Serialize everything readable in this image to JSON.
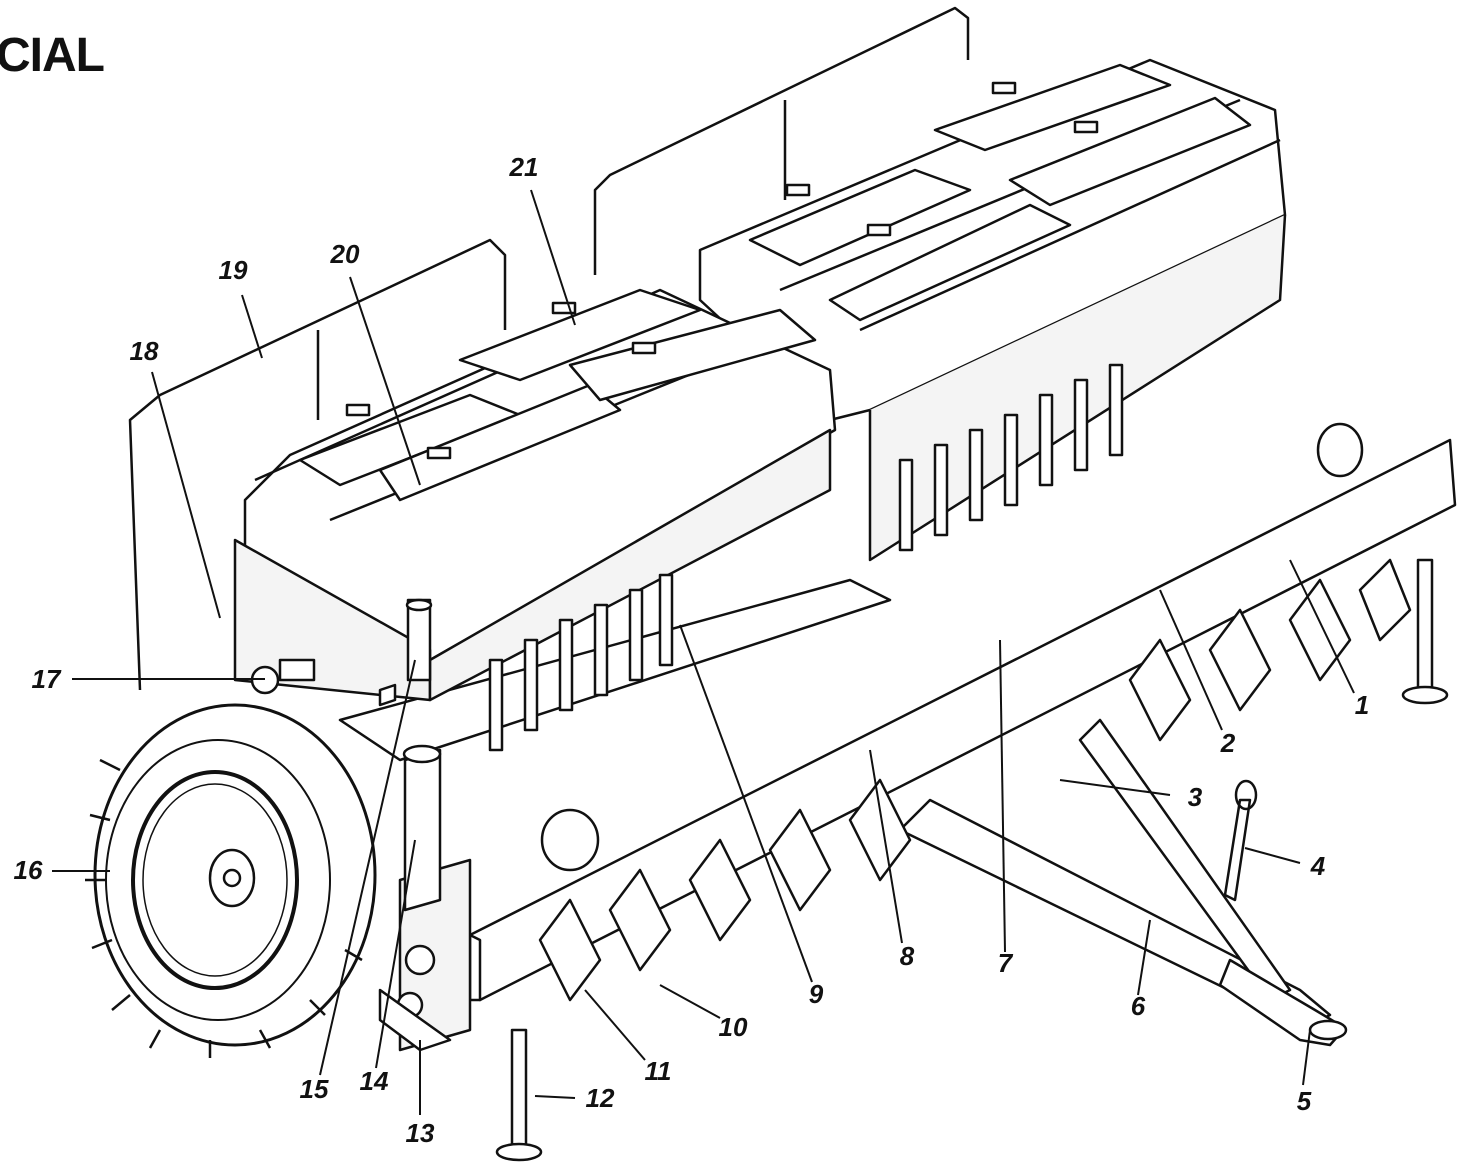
{
  "page": {
    "title": "CIAL"
  },
  "callouts": [
    "1",
    "2",
    "3",
    "4",
    "5",
    "6",
    "7",
    "8",
    "9",
    "10",
    "11",
    "12",
    "13",
    "14",
    "15",
    "16",
    "17",
    "18",
    "19",
    "20",
    "21"
  ],
  "colors": {
    "ink": "#111111",
    "paper": "#ffffff",
    "panel": "#f4f4f4"
  }
}
